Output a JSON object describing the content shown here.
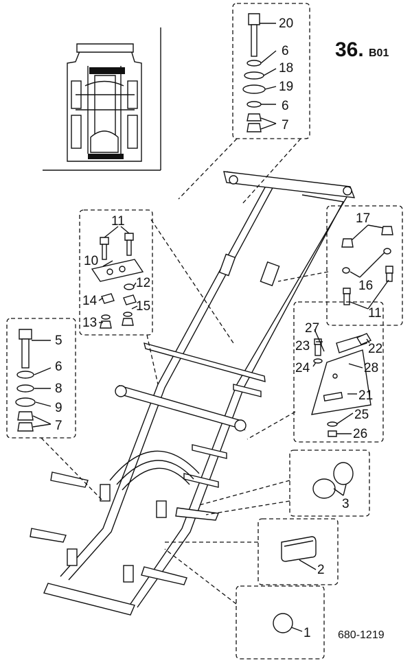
{
  "page_code": {
    "main": "36.",
    "suffix": "B01"
  },
  "drawing_number": "680-1219",
  "callouts": {
    "top_mount": [
      "20",
      "6",
      "18",
      "19",
      "6",
      "7"
    ],
    "left_mount": [
      "5",
      "6",
      "8",
      "9",
      "7"
    ],
    "bracket_kit": [
      "11",
      "10",
      "12",
      "14",
      "15",
      "13"
    ],
    "right_bracket": [
      "17",
      "16",
      "11"
    ],
    "plate_kit": [
      "27",
      "23",
      "22",
      "24",
      "28",
      "21",
      "25",
      "26"
    ],
    "plug_3": "3",
    "plug_2": "2",
    "plug_1": "1"
  }
}
